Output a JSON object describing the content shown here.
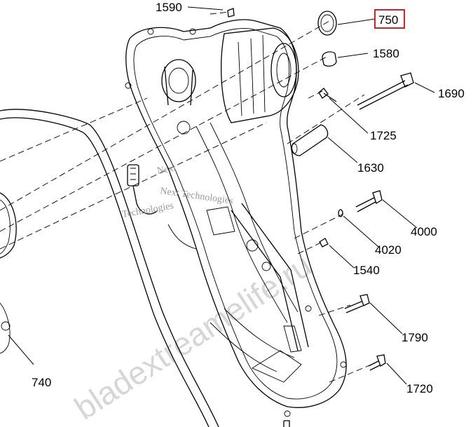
{
  "diagram": {
    "highlight_color": "#c0282d",
    "part_labels": [
      {
        "id": "p1590",
        "text": "1590"
      },
      {
        "id": "p750",
        "text": "750",
        "highlighted": true
      },
      {
        "id": "p1580",
        "text": "1580"
      },
      {
        "id": "p1690",
        "text": "1690"
      },
      {
        "id": "p1725",
        "text": "1725"
      },
      {
        "id": "p1630",
        "text": "1630"
      },
      {
        "id": "p4000",
        "text": "4000"
      },
      {
        "id": "p4020",
        "text": "4020"
      },
      {
        "id": "p1540",
        "text": "1540"
      },
      {
        "id": "p1790",
        "text": "1790"
      },
      {
        "id": "p1720",
        "text": "1720"
      },
      {
        "id": "p740",
        "text": "740"
      }
    ],
    "watermark": {
      "line1": "Next Technologies",
      "line2": "Technologies",
      "line3": "Next",
      "site": "bladextreamelife.ru"
    }
  }
}
